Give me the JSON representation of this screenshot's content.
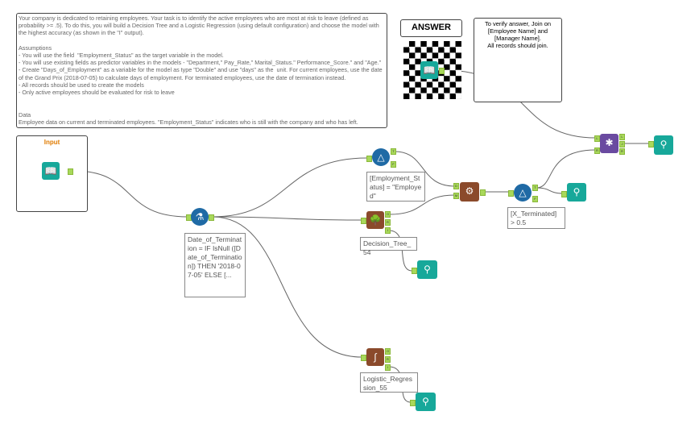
{
  "instructions_note": "Your company is dedicated to retaining employees. Your task is to identify the active employees who are most at risk to leave (defined as probability >= .5). To do this, you will build a Decision Tree and a Logistic Regression (using default configuration) and choose the model with the highest accuracy (as shown in the \"I\" output).\n\nAssumptions\n- You will use the field  \"Employment_Status\" as the target variable in the model.\n- You will use existing fields as predictor variables in the models - \"Department,\" Pay_Rate,\" Marital_Status.\" Performance_Score.\" and \"Age.\"\n- Create \"Days_of_Employment\" as a variable for the model as type \"Double\" and use \"days\" as the  unit. For current employees, use the date of the Grand Prix (2018-07-05) to calculate days of employment. For terminated employees, use the date of termination instead.\n- All records should be used to create the models\n- Only active employees should be evaluated for risk to leave\n\n\nData\nEmployee data on current and terminated employees. \"Employment_Status\" indicates who is still with the company and who has left.",
  "answer_label": "ANSWER",
  "verify_note": "To verify answer, Join on\n[Employee Name] and\n[Manager Name].\nAll records should join.",
  "input_label": "Input",
  "formula_annotation": "Date_of_Termination = IF IsNull ([Date_of_Termination]) THEN '2018-07-05' ELSE [...",
  "filter1_annotation": "[Employment_Status] = \"Employed\"",
  "decision_tree_annotation": "Decision_Tree_54",
  "filter2_annotation": "[X_Terminated] > 0.5",
  "logistic_annotation": "Logistic_Regression_55",
  "anchors": {
    "T": "T",
    "F": "F",
    "O": "O",
    "R": "R",
    "I": "I",
    "D": "D",
    "M": "M",
    "L": "L",
    "J": "J"
  },
  "colors": {
    "filter": "#1f6aa5",
    "model": "#8b4a2b",
    "browse": "#17a89a",
    "join": "#6a4aa0",
    "wire": "#666"
  }
}
